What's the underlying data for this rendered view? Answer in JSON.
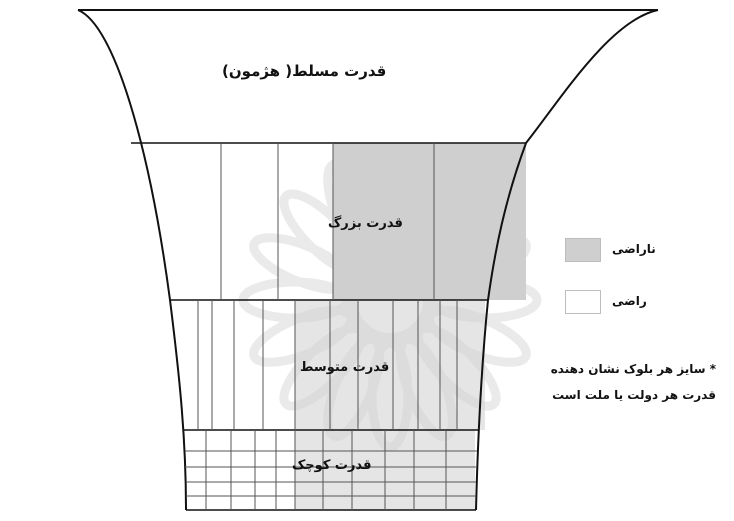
{
  "tiers": {
    "hegemon": {
      "label": "قدرت مسلط( هژمون)"
    },
    "great": {
      "label": "قدرت بزرگ"
    },
    "middle": {
      "label": "قدرت متوسط"
    },
    "small": {
      "label": "قدرت کوچک"
    }
  },
  "legend": {
    "dissatisfied": {
      "label": "ناراضی",
      "color": "#cfcfcf"
    },
    "satisfied": {
      "label": "راضی",
      "color": "#ffffff"
    }
  },
  "note": {
    "line1": "* سایز هر بلوک نشان دهنده",
    "line2": "قدرت هر دولت یا ملت است"
  },
  "colors": {
    "outline": "#111111",
    "grid": "#555555",
    "shade": "#cfcfcf",
    "watermark": "#d9d9d9"
  }
}
